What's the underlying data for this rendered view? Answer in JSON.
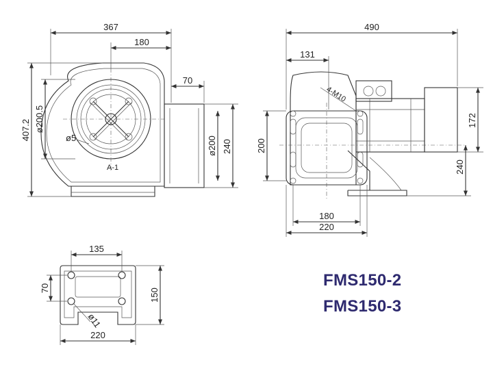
{
  "front_view": {
    "dims": {
      "overall_width": "367",
      "inlet_offset": "180",
      "outlet_depth": "70",
      "outlet_width": "240",
      "outlet_diameter": "ø200",
      "height": "407.2",
      "inlet_diameter": "ø200.5",
      "hole": "ø5"
    },
    "inlet_label": "A-1"
  },
  "side_view": {
    "dims": {
      "overall_length": "490",
      "offset": "131",
      "thread": "4-M10",
      "motor_height": "172",
      "outlet_height": "240",
      "flange": "200",
      "base_inner": "180",
      "base_outer": "220"
    }
  },
  "base_view": {
    "dims": {
      "hole_spacing": "135",
      "slot_spacing": "70",
      "depth": "150",
      "width": "220",
      "hole": "ø11"
    }
  },
  "models": [
    "FMS150-2",
    "FMS150-3"
  ],
  "colors": {
    "model_text": "#2e2a6f",
    "line": "#333333"
  }
}
